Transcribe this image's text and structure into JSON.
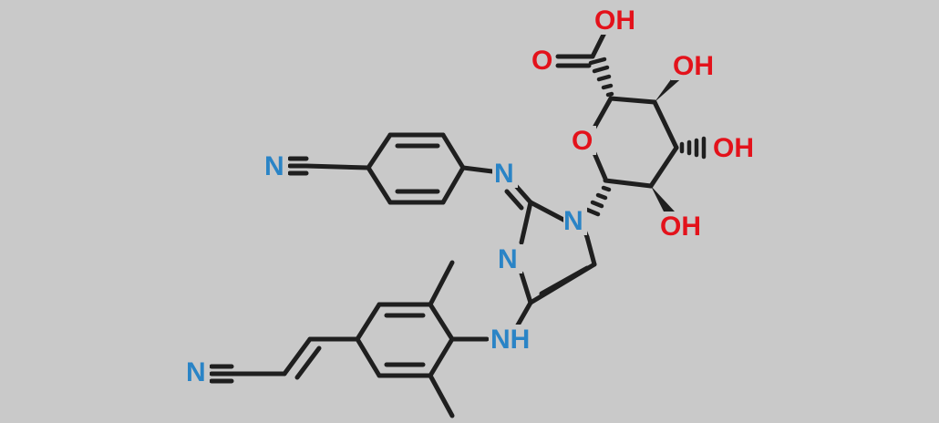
{
  "molecule": {
    "colors": {
      "background": "#c9c9c9",
      "bond": "#1f1f1f",
      "oxygen": "#e3121b",
      "nitrogen": "#2a84c6"
    },
    "labels": {
      "oh_carboxyl": "OH",
      "o_carbonyl": "O",
      "oh_c4": "OH",
      "o_ring": "O",
      "oh_c3": "OH",
      "oh_c2": "OH",
      "n_nitrile_top": "N",
      "n_imine": "N",
      "n_ring_1": "N",
      "n_ring_3": "N",
      "nh_amine": "NH",
      "n_nitrile_bottom": "N"
    }
  }
}
